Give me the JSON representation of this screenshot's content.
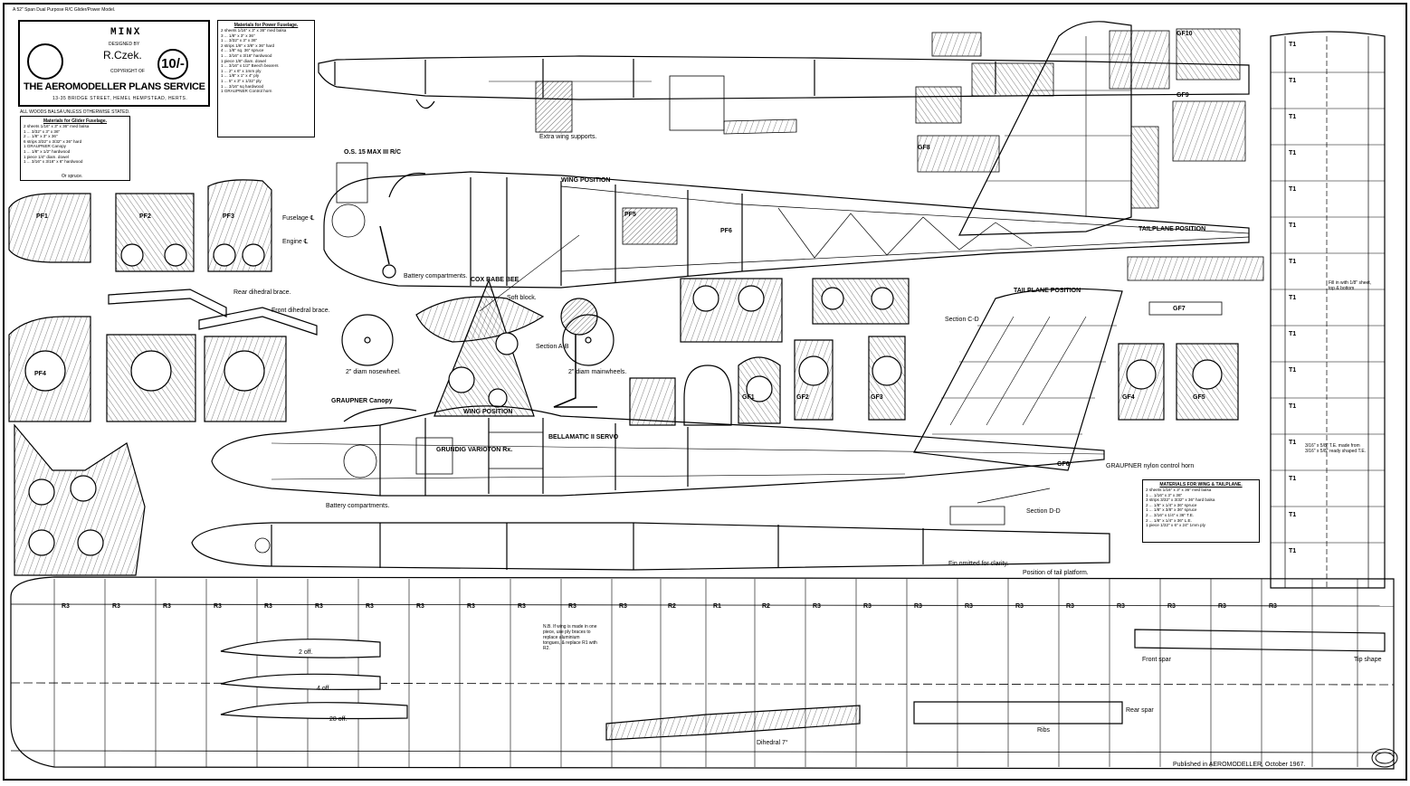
{
  "header_note": "A 52\" Span Dual Purpose R/C Glider/Power Model.",
  "title_box": {
    "name": "MINX",
    "designed_by": "DESIGNED BY",
    "author": "R.Czek.",
    "price": "10/-",
    "copyright": "COPYRIGHT OF",
    "service": "THE AEROMODELLER PLANS SERVICE",
    "address": "13-35 BRIDGE STREET, HEMEL HEMPSTEAD, HERTS."
  },
  "balsa_note": "ALL WOODS BALSA UNLESS OTHERWISE STATED.",
  "materials_glider": {
    "title": "Materials for Glider Fuselage.",
    "lines": [
      "2 sheets 1/16\" x 3\" x 36\" med balsa",
      "1 ... 3/32\" x 3\" x 36\"",
      "2 ... 1/8\" x 3\" x 36\"",
      "6 strips 3/32\" x 3/32\" x 36\" hard",
      "1 GRAUPNER Canopy",
      "1 ... 1/8\" x 1/2\" hardwood",
      "1 piece 1/4\" diam. dowel",
      "1 ... 3/16\" x 3/16\" x 6\" hardwood"
    ],
    "footer": "Or spruce."
  },
  "materials_power": {
    "title": "Materials for Power Fuselage.",
    "lines": [
      "2 sheets 1/16\" x 3\" x 36\" med balsa",
      "3 ... 1/8\" x 3\" x 36\"",
      "1 ... 3/32\" x 3\" x 36\"",
      "2 strips 1/8\" x 3/8\" x 36\" hard",
      "4 ... 1/8\" sq. 36\" spruce",
      "1 ... 3/16\" x 3/16\" hardwood",
      "1 piece 1/8\" diam. dowel",
      "1 ... 3/16\" x 1/2\" Beech bearers",
      "1 ... 2\" x 6\" x 1mm ply",
      "1 ... 1/8\" x 1\" x 4\" ply",
      "1 ... 5\" x 3\" x 1/32\" ply",
      "1 ... 3/16\" sq hardwood",
      "1 GRAUPNER Control horn"
    ]
  },
  "materials_wing": {
    "title": "MATERIALS FOR WING & TAILPLANE.",
    "lines": [
      "2 sheets 1/16\" x 3\" x 36\" med balsa",
      "1 ... 1/16\" x 3\" x 36\"",
      "3 strips 3/32\" x 3/32\" x 36\" hard balsa",
      "2 ... 1/8\" x 1/4\" x 36\" spruce",
      "1 ... 1/8\" x 3/8\" x 36\" spruce",
      "2 ... 3/16\" x 1/4\" x 36\" T.E.",
      "2 ... 1/8\" x 1/4\" x 36\" L.E.",
      "1 piece 1/32\" x 6\" x 24\" 1mm ply"
    ]
  },
  "labels": {
    "cox_babe_bee": "COX BABE BEE",
    "os_max": "O.S. 15 MAX III R/C",
    "bellamatic": "BELLAMATIC II SERVO",
    "graupner_canopy": "GRAUPNER Canopy",
    "graupner_horn": "GRAUPNER nylon control horn",
    "grundig": "GRUNDIG VARIOTON Rx.",
    "wing_position_1": "WING POSITION",
    "wing_position_2": "WING POSITION",
    "tailplane_position_1": "TAILPLANE POSITION",
    "tailplane_position_2": "TAILPLANE POSITION",
    "fuselage_cl": "Fuselage ℄",
    "engine_cl": "Engine ℄",
    "soft_block": "Soft block.",
    "wheel_1": "2\" diam nosewheel.",
    "wheel_2": "2\" diam mainwheels.",
    "section_ab": "Section A-B",
    "section_cd": "Section C-D",
    "section_dd": "Section D-D",
    "tip_shape": "Tip shape",
    "front_spar": "Front spar",
    "rear_spar": "Rear spar",
    "ribs": "Ribs",
    "dihedral": "Dihedral 7°",
    "position_tail_platform": "Position of tail platform.",
    "fin_omitted": "Fin omitted for clarity.",
    "nb_note": "N.B. If wing is made in one piece, use ply braces to replace aluminium tongues, & replace R1 with R2.",
    "published": "Published in AEROMODELLER, October 1967.",
    "battery_1": "Battery compartments.",
    "battery_2": "Battery compartments.",
    "fill_in": "Fill in with 1/8\" sheet, top & bottom",
    "te_note": "3/16\" x 5/8\" T.E. made from 3/16\" x 5/8\" ready shaped T.E.",
    "front_dihedral": "Front dihedral brace.",
    "rear_dihedral": "Rear dihedral brace.",
    "extra_wing_supports": "Extra wing supports."
  },
  "formers": [
    "PF1",
    "PF2",
    "PF3",
    "PF4",
    "PF5",
    "PF6"
  ],
  "glider_formers": [
    "GF1",
    "GF2",
    "GF3",
    "GF4",
    "GF5",
    "GF6",
    "GF7",
    "GF8",
    "GF9",
    "GF10"
  ],
  "rib_labels": [
    "R3",
    "R3",
    "R3",
    "R3",
    "R3",
    "R3",
    "R3",
    "R3",
    "R3",
    "R3",
    "R3",
    "R3",
    "R2",
    "R1",
    "R2",
    "R3",
    "R3",
    "R3",
    "R3",
    "R3",
    "R3",
    "R3",
    "R3",
    "R3",
    "R3"
  ],
  "ribs_count_labels": [
    "2 off.",
    "4 off.",
    "28 off."
  ],
  "tail_rib_label": "T1",
  "colors": {
    "ink": "#000000",
    "paper": "#ffffff"
  }
}
